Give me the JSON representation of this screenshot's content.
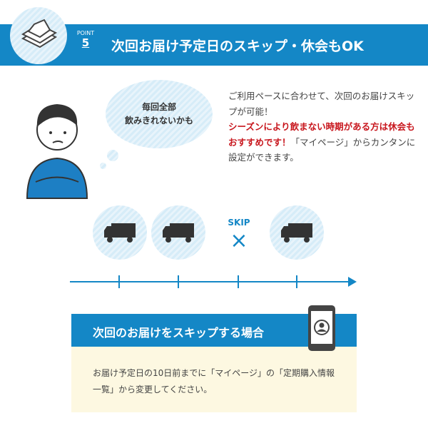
{
  "header": {
    "point_label": "POINT",
    "point_number": "5",
    "title": "次回お届け予定日のスキップ・休会もOK"
  },
  "bubble": {
    "line1": "毎回全部",
    "line2": "飲みきれないかも"
  },
  "description": {
    "line1": "ご利用ペースに合わせて、次回のお届けスキップが可能！",
    "red": "シーズンにより飲まない時期がある方は休会もおすすめです！",
    "line2": "「マイページ」からカンタンに設定ができます。"
  },
  "timeline": {
    "skip_label": "SKIP",
    "skip_mark": "×"
  },
  "box": {
    "heading": "次回のお届けをスキップする場合",
    "text": "お届け予定日の10日前までに「マイページ」の「定期購入情報一覧」から変更してください。"
  },
  "colors": {
    "brand": "#1487c6",
    "red": "#c8161d",
    "box_bg": "#fdf8e1"
  }
}
